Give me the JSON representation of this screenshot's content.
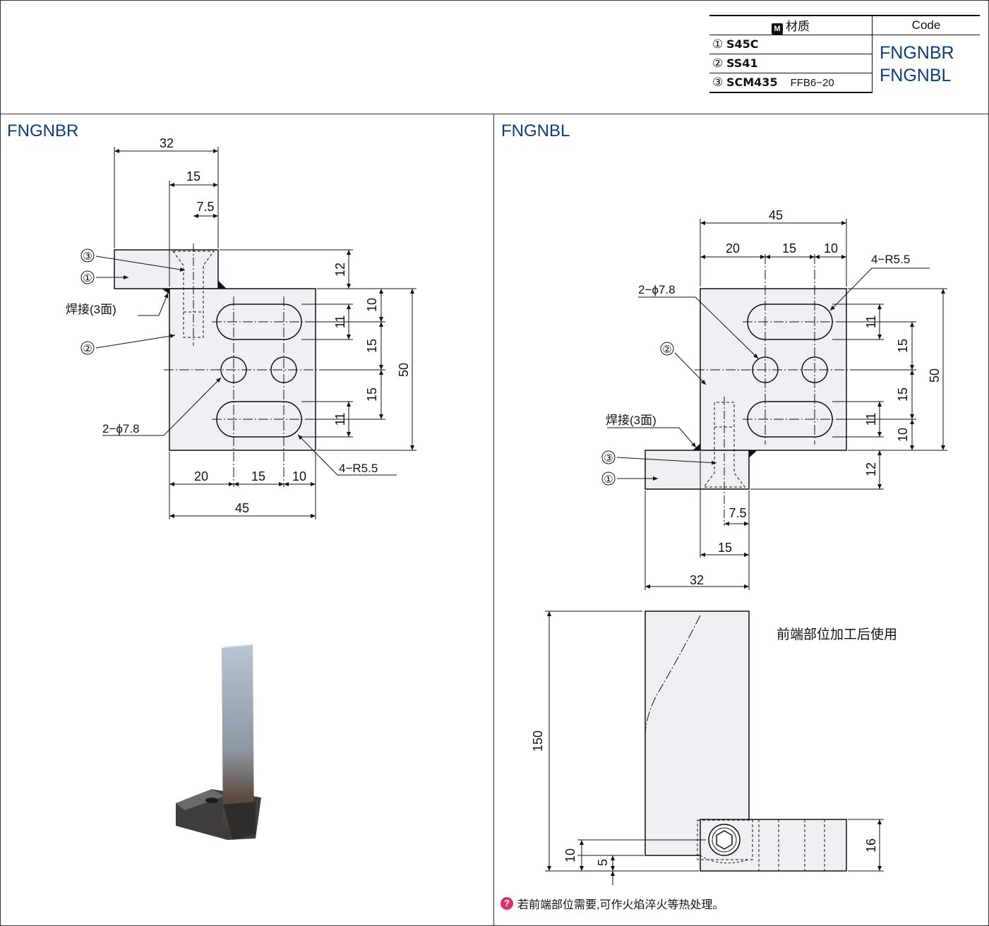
{
  "material_table": {
    "header_material": "材质",
    "header_marker": "M",
    "header_code": "Code",
    "rows": [
      {
        "num": "①",
        "material": "S45C",
        "note": ""
      },
      {
        "num": "②",
        "material": "SS41",
        "note": ""
      },
      {
        "num": "③",
        "material": "SCM435",
        "note": "FFB6−20"
      }
    ],
    "codes": [
      "FNGNBR",
      "FNGNBL"
    ]
  },
  "left": {
    "title": "FNGNBR",
    "dims": {
      "d32": "32",
      "d15": "15",
      "d7_5": "7.5",
      "d12": "12",
      "d10": "10",
      "d11a": "11",
      "d15a": "15",
      "d50": "50",
      "d15b": "15",
      "d11b": "11",
      "d20": "20",
      "d15c": "15",
      "d10b": "10",
      "d45": "45"
    },
    "labels": {
      "c3": "③",
      "c1": "①",
      "c2": "②",
      "weld": "焊接(3面)",
      "holes": "2−ϕ7.8",
      "slots": "4−R5.5"
    }
  },
  "right": {
    "title": "FNGNBL",
    "dims": {
      "d45": "45",
      "d20": "20",
      "d15": "15",
      "d10": "10",
      "d11a": "11",
      "d15a": "15",
      "d50": "50",
      "d15b": "15",
      "d11b": "11",
      "d10b": "10",
      "d12": "12",
      "d7_5": "7.5",
      "d15c": "15",
      "d32": "32",
      "d150": "150",
      "d10c": "10",
      "d5": "5",
      "d16": "16"
    },
    "labels": {
      "c3": "③",
      "c1": "①",
      "c2": "②",
      "weld": "焊接(3面)",
      "holes": "2−ϕ7.8",
      "slots": "4−R5.5"
    }
  },
  "machining_note": "前端部位加工后使用",
  "bottom_note": "若前端部位需要,可作火焰淬火等热处理。"
}
